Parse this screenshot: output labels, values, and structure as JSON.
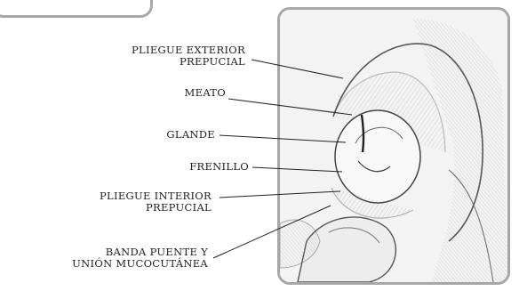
{
  "labels": {
    "outer_fold": [
      "PLIEGUE EXTERIOR",
      "PREPUCIAL"
    ],
    "meatus": "MEATO",
    "glans": "GLANDE",
    "frenulum": "FRENILLO",
    "inner_fold": [
      "PLIEGUE INTERIOR",
      "PREPUCIAL"
    ],
    "band": [
      "BANDA PUENTE Y",
      "UNIÓN MUCOCUTÁNEA"
    ]
  },
  "colors": {
    "frame": "#a7a7a7",
    "ink": "#222222",
    "sketch": "#555555"
  }
}
